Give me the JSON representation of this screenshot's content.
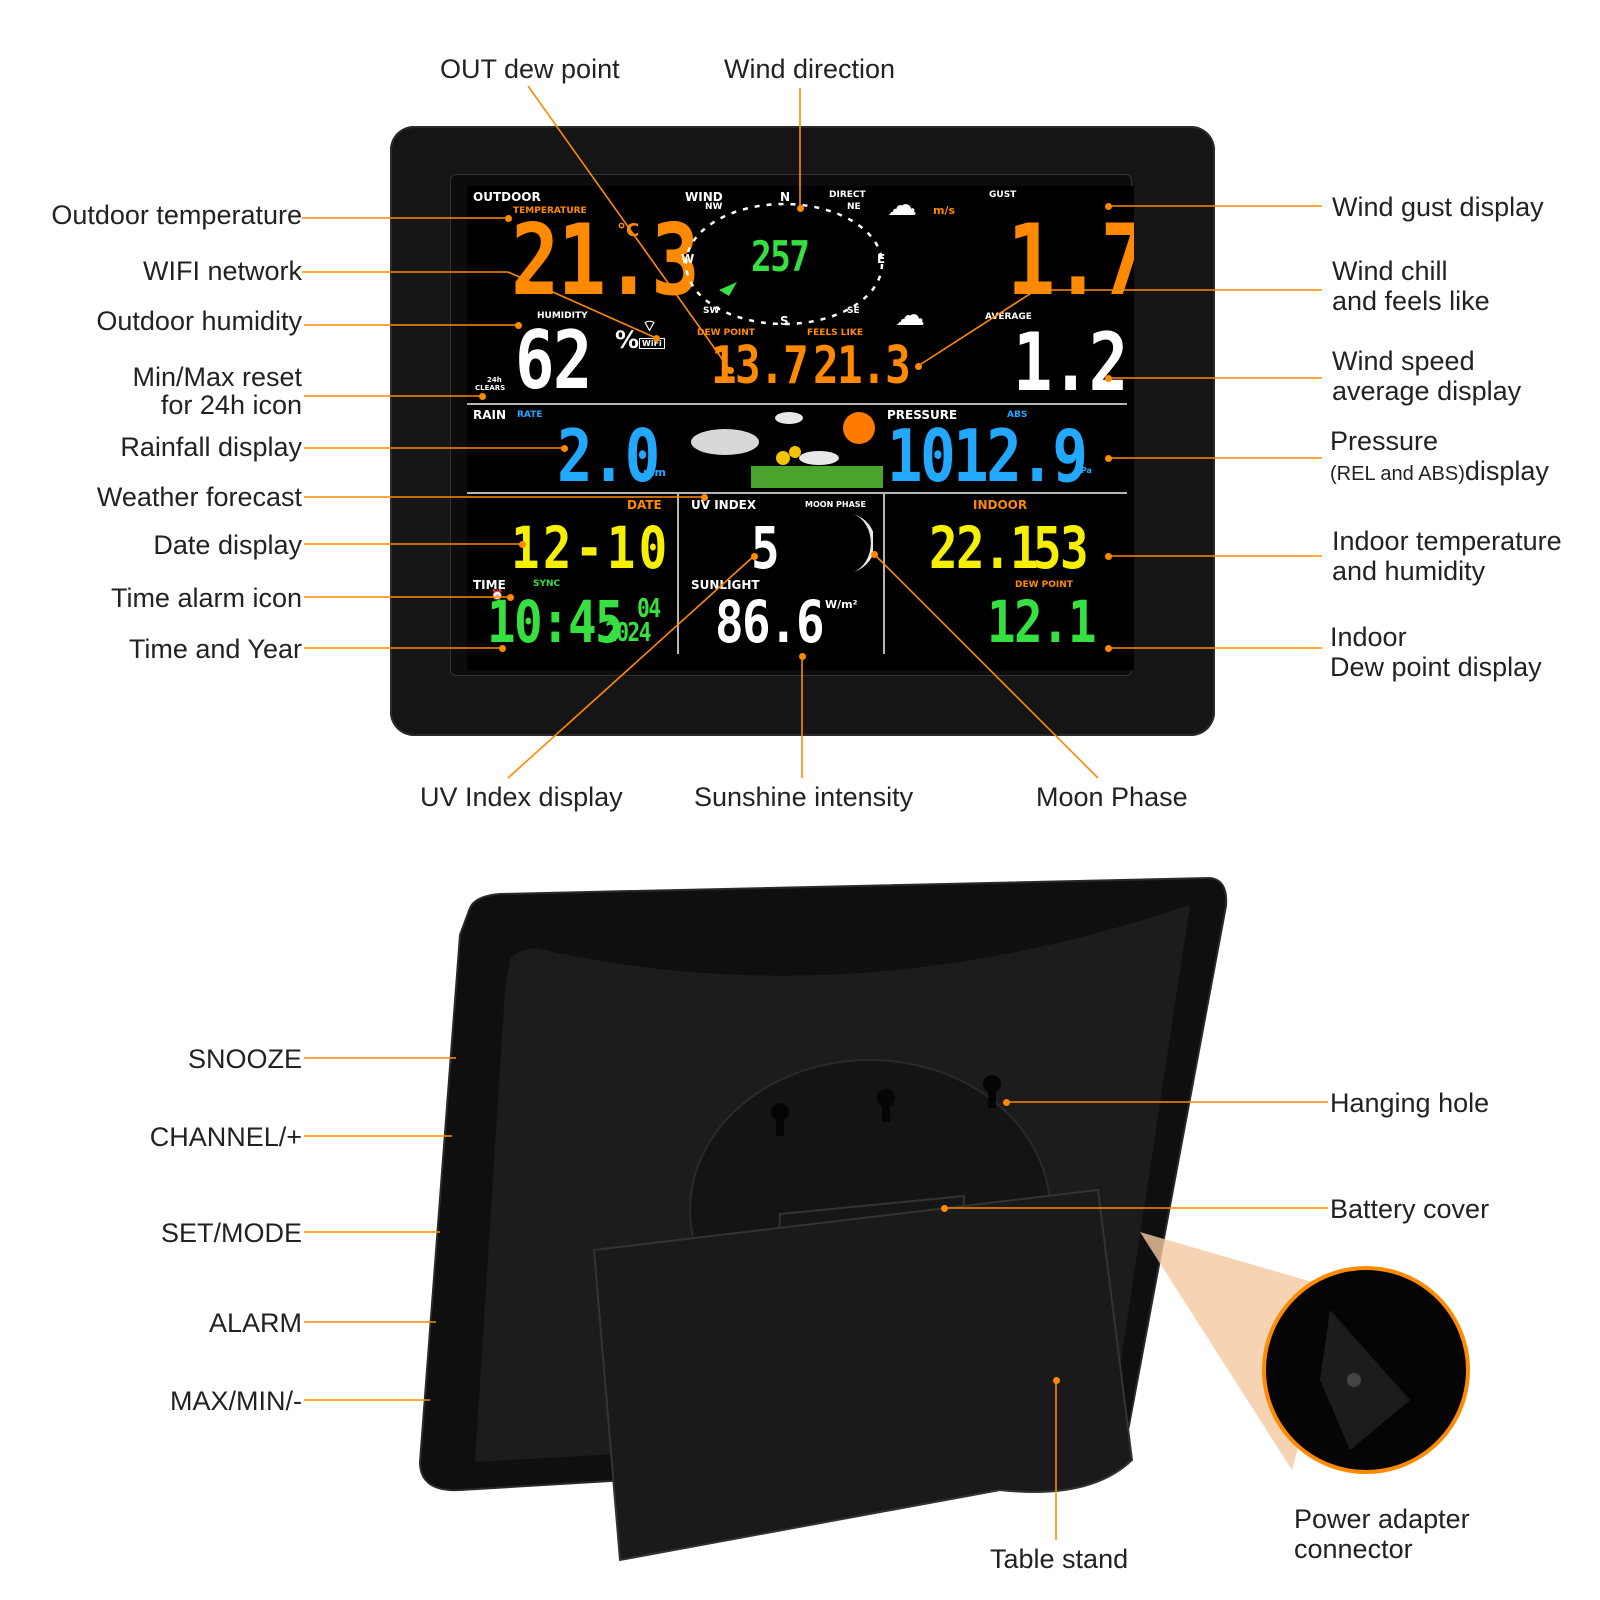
{
  "callouts": {
    "out_dew_point": "OUT dew point",
    "wind_direction": "Wind direction",
    "outdoor_temperature": "Outdoor temperature",
    "wifi_network": "WIFI network",
    "outdoor_humidity": "Outdoor humidity",
    "min_max_reset_1": "Min/Max reset",
    "min_max_reset_2": "for 24h icon",
    "rainfall_display": "Rainfall display",
    "weather_forecast": "Weather forecast",
    "date_display": "Date display",
    "time_alarm_icon": "Time alarm icon",
    "time_and_year": "Time and Year",
    "wind_gust_display": "Wind gust display",
    "wind_chill_1": "Wind chill",
    "wind_chill_2": "and feels like",
    "wind_speed_1": "Wind speed",
    "wind_speed_2": "average display",
    "pressure_1": "Pressure",
    "pressure_2a": "(REL and ABS)",
    "pressure_2b": "display",
    "indoor_temp_1": "Indoor temperature",
    "indoor_temp_2": "and humidity",
    "indoor_dew_1": "Indoor",
    "indoor_dew_2": "Dew point display",
    "uv_index_display": "UV Index display",
    "sunshine_intensity": "Sunshine intensity",
    "moon_phase": "Moon Phase",
    "snooze": "SNOOZE",
    "channel": "CHANNEL/+",
    "set_mode": "SET/MODE",
    "alarm": "ALARM",
    "max_min": "MAX/MIN/-",
    "hanging_hole": "Hanging hole",
    "battery_cover": "Battery cover",
    "table_stand": "Table stand",
    "power_adapter_1": "Power adapter",
    "power_adapter_2": "connector"
  },
  "screen": {
    "outdoor": "OUTDOOR",
    "temperature": "TEMPERATURE",
    "outdoor_temp": "21.3",
    "temp_unit": "°C",
    "humidity_label": "HUMIDITY",
    "humidity": "62",
    "percent": "%",
    "clears_24h": "24h",
    "clears": "CLEARS",
    "wind": "WIND",
    "direct": "DIRECT",
    "wind_dir_value": "257",
    "compass": {
      "n": "N",
      "nw": "NW",
      "ne": "NE",
      "w": "W",
      "e": "E",
      "sw": "SW",
      "se": "SE",
      "s": "S"
    },
    "speed_unit": "m/s",
    "gust": "GUST",
    "gust_value": "1.7",
    "dew_point": "DEW POINT",
    "dew_value": "13.7",
    "feels_like": "FEELS LIKE",
    "feels_value": "21.3",
    "average": "AVERAGE",
    "average_value": "1.2",
    "rain": "RAIN",
    "rate": "RATE",
    "rain_value": "2.0",
    "rain_unit": "mm",
    "pressure": "PRESSURE",
    "abs": "ABS",
    "pressure_value": "1012.9",
    "pressure_unit": "hPa",
    "date": "DATE",
    "date_value": "12-10",
    "uv_index": "UV INDEX",
    "uv_value": "5",
    "moon_phase": "MOON PHASE",
    "indoor": "INDOOR",
    "indoor_temp": "22.1",
    "indoor_hum": "53",
    "time": "TIME",
    "sync": "SYNC",
    "time_value": "10:45",
    "month": "04",
    "year": "2024",
    "sunlight": "SUNLIGHT",
    "sunlight_value": "86.6",
    "sunlight_unit": "W/m²",
    "indoor_dew_label": "DEW POINT",
    "indoor_dew_value": "12.1"
  },
  "colors": {
    "accent_orange": "#ff8a00",
    "lcd_green": "#36e040",
    "lcd_yellow": "#f6f000",
    "lcd_blue": "#22a8ff"
  }
}
